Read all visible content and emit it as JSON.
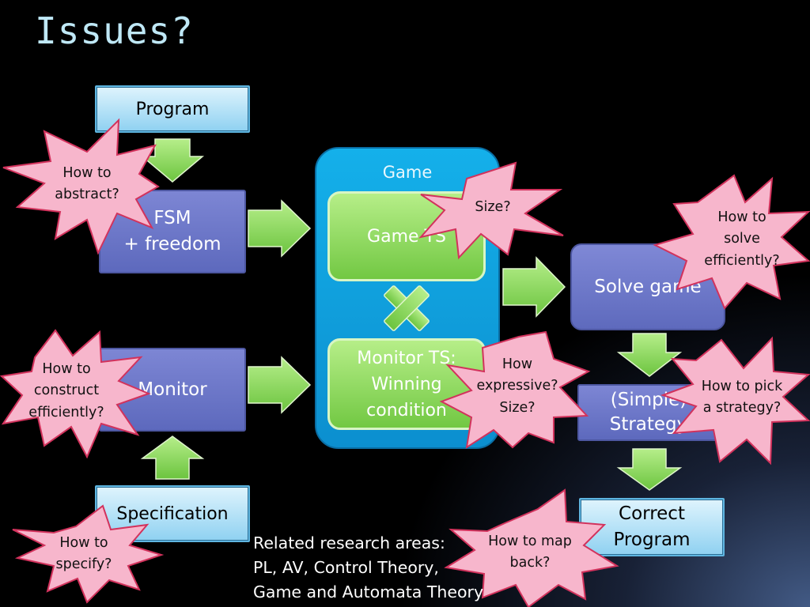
{
  "slide": {
    "title": "Issues?",
    "nodes": {
      "program": "Program",
      "fsm": "FSM\n+ freedom",
      "monitor": "Monitor",
      "specification": "Specification",
      "game_container": "Game",
      "game_ts": "Game TS",
      "monitor_ts": "Monitor TS:\nWinning\ncondition",
      "solve_game": "Solve game",
      "strategy": "(Simple)\nStrategy",
      "correct_program": "Correct\nProgram"
    },
    "callouts": {
      "how_to_abstract": "How to\nabstract?",
      "size": "Size?",
      "how_to_solve": "How to\nsolve\nefficiently?",
      "how_to_construct": "How to\nconstruct\nefficiently?",
      "how_expressive": "How\nexpressive?\nSize?",
      "how_to_pick": "How to pick\na strategy?",
      "how_to_specify": "How to\nspecify?",
      "how_to_map_back": "How to map\nback?"
    },
    "related": {
      "line1": "Related research areas:",
      "line2": "PL, AV, Control Theory,",
      "line3": "Game and Automata Theory"
    }
  },
  "colors": {
    "background": "#000000",
    "title": "#bfe8f6",
    "scroll_blue": "#8fd1f1",
    "scroll_purple": "#6570c6",
    "game_container": "#12a6e3",
    "green_box": "#8fd95e",
    "arrow_green": "#8ed65a",
    "burst_fill": "#f7b6cc",
    "burst_stroke": "#d2325c"
  },
  "icons": {
    "arrows": "block-arrow",
    "times": "x-mark",
    "callouts": "explosion-burst"
  }
}
